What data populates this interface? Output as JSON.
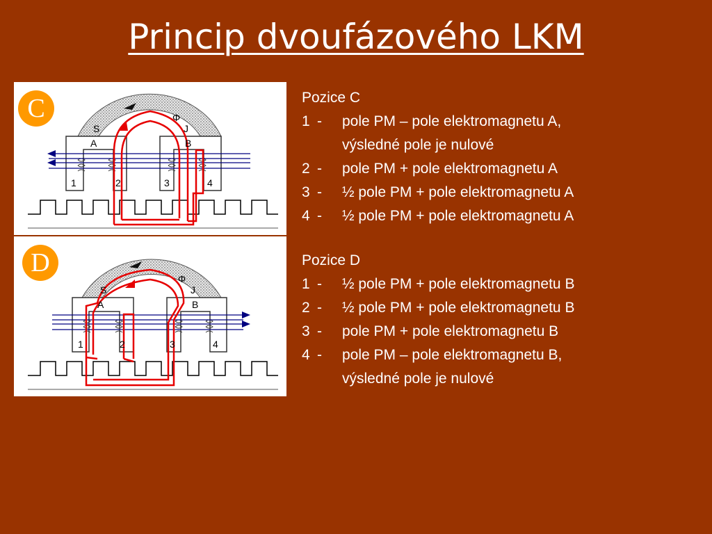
{
  "title": "Princip dvoufázového LKM",
  "colors": {
    "background": "#993300",
    "badge": "#ff9900",
    "flux": "#e60000",
    "wire": "#000080"
  },
  "badges": {
    "c": "C",
    "d": "D"
  },
  "diagram_labels": {
    "pm_south": "S",
    "pm_north": "J",
    "flux": "Φ",
    "electromagnet_a": "A",
    "electromagnet_b": "B",
    "pole_1": "1",
    "pole_2": "2",
    "pole_3": "3",
    "pole_4": "4"
  },
  "position_c": {
    "heading": "Pozice C",
    "items": [
      {
        "n": "1",
        "dash": "-",
        "text": "pole PM – pole elektromagnetu A,",
        "cont": "výsledné pole je nulové"
      },
      {
        "n": "2",
        "dash": "-",
        "text": "pole  PM + pole elektromagnetu A"
      },
      {
        "n": "3",
        "dash": "-",
        "text": "½ pole PM + pole elektromagnetu A"
      },
      {
        "n": "4",
        "dash": "-",
        "text": "½ pole PM + pole elektromagnetu A"
      }
    ]
  },
  "position_d": {
    "heading": "Pozice D",
    "items": [
      {
        "n": "1",
        "dash": "-",
        "text": "½ pole PM + pole elektromagnetu B"
      },
      {
        "n": "2",
        "dash": "-",
        "text": "½ pole PM + pole elektromagnetu B"
      },
      {
        "n": "3",
        "dash": "-",
        "text": "pole  PM + pole elektromagnetu B"
      },
      {
        "n": "4",
        "dash": "-",
        "text": "pole PM – pole elektromagnetu B,",
        "cont": "výsledné pole je nulové"
      }
    ]
  }
}
